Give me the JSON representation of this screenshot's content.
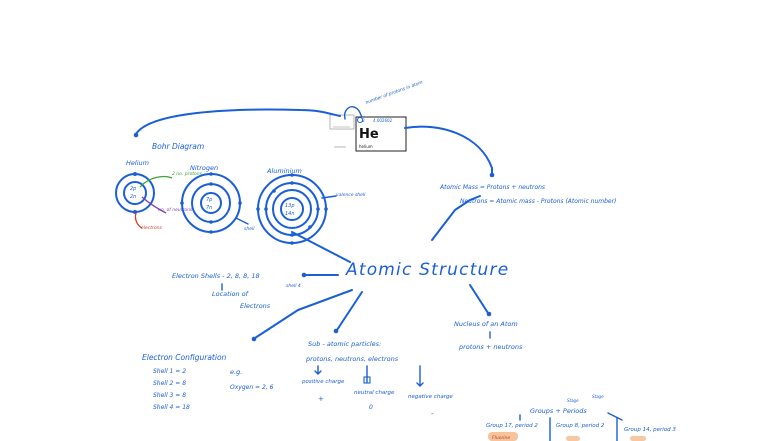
{
  "colors": {
    "ink": "#1a5fd6",
    "green": "#3aa335",
    "purple": "#7a3fb0",
    "red": "#d83a2a",
    "dark": "#222222",
    "peach": "#f4b98a"
  },
  "central": {
    "title": "Atomic Structure"
  },
  "element_card": {
    "symbol": "He",
    "number": "2",
    "mass": "4.002602",
    "name": "helium",
    "note": "number of protons in atom"
  },
  "bohr": {
    "heading": "Bohr Diagram",
    "helium": {
      "name": "Helium",
      "nucleus_p": "2p",
      "nucleus_n": "2n",
      "label_green": "2 no. protons",
      "label_purple": "no. of neutrons",
      "label_red": "electrons"
    },
    "nitrogen": {
      "name": "Nitrogen",
      "nucleus_p": "7p",
      "nucleus_n": "7n",
      "label": "shell"
    },
    "aluminium": {
      "name": "Aluminium",
      "nucleus_p": "13p",
      "nucleus_n": "14n",
      "label": "valence shell"
    }
  },
  "mass": {
    "line1": "Atomic Mass = Protons + neutrons",
    "line2": "Neutrons = Atomic mass - Protons (Atomic number)"
  },
  "shells": {
    "line1": "Electron Shells - 2, 8, 8, 18",
    "line1b": "shell 4",
    "line2": "Location of",
    "line3": "Electrons"
  },
  "nucleus": {
    "line1": "Nucleus of an Atom",
    "line2": "protons + neutrons"
  },
  "config": {
    "title": "Electron Configuration",
    "rows": [
      "Shell 1 = 2",
      "Shell 2 = 8",
      "Shell 3 = 8",
      "Shell 4 = 18"
    ],
    "eg": "e.g.",
    "example": "Oxygen = 2, 6"
  },
  "subatomic": {
    "title": "Sub - atomic particles:",
    "list": "protons, neutrons, electrons",
    "positive": "positive charge",
    "positive_sign": "+",
    "neutral": "neutral charge",
    "neutral_sign": "0",
    "negative": "negative charge",
    "negative_sign": "-"
  },
  "groups": {
    "title": "Groups + Periods",
    "small1": "Stage",
    "small2": "Stage",
    "col1": "Group 17, period 2",
    "col2": "Group 8, period 2",
    "col3": "Group 14, period 3",
    "tag1": "Fluorine"
  }
}
